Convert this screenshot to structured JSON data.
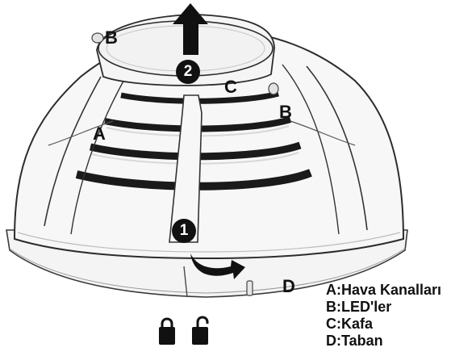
{
  "diagram": {
    "part_labels": {
      "a": "A",
      "b_left": "B",
      "b_right": "B",
      "c": "C",
      "d": "D"
    },
    "steps": {
      "lift": "2",
      "twist": "1"
    },
    "legend": [
      "A:Hava Kanalları",
      "B:LED'ler",
      "C:Kafa",
      "D:Taban"
    ],
    "icons": [
      "up-arrow-icon",
      "twist-arrow-icon",
      "lock-closed-icon",
      "lock-open-icon"
    ]
  }
}
